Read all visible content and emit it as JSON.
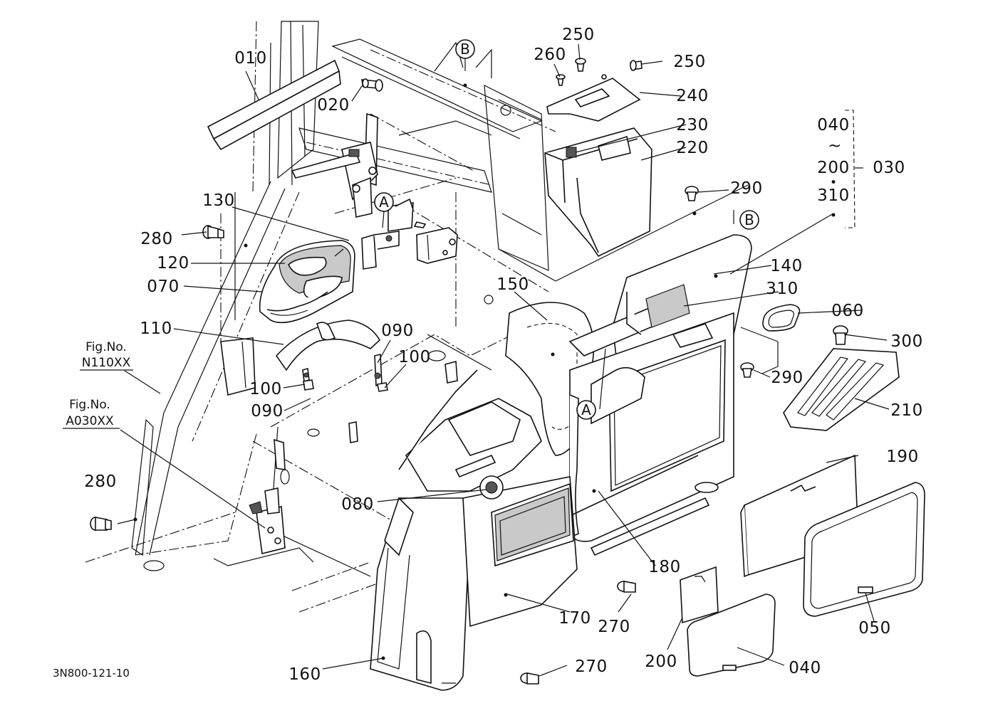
{
  "diagram": {
    "drawing_code": "3N800-121-10",
    "references": [
      {
        "text": "Fig.No.",
        "code": "N110XX"
      },
      {
        "text": "Fig.No.",
        "code": "A030XX"
      }
    ],
    "markers": {
      "a": "A",
      "b": "B"
    },
    "set_bracket": {
      "from": "040",
      "tilde": "~",
      "to": "200",
      "sep": "•",
      "extra": "310",
      "set": "030"
    },
    "part_numbers": {
      "p010": "010",
      "p020": "020",
      "p050": "050",
      "p060": "060",
      "p070": "070",
      "p080": "080",
      "p090a": "090",
      "p090b": "090",
      "p100a": "100",
      "p100b": "100",
      "p110": "110",
      "p120": "120",
      "p130": "130",
      "p140": "140",
      "p150": "150",
      "p160": "160",
      "p170": "170",
      "p180": "180",
      "p190": "190",
      "p200": "200",
      "p210": "210",
      "p220": "220",
      "p230": "230",
      "p240": "240",
      "p250a": "250",
      "p250b": "250",
      "p260": "260",
      "p270a": "270",
      "p270b": "270",
      "p280a": "280",
      "p280b": "280",
      "p290a": "290",
      "p290b": "290",
      "p300": "300",
      "p310": "310",
      "p040": "040"
    }
  }
}
